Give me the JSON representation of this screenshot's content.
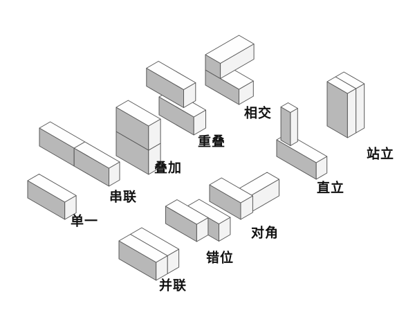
{
  "diagram": {
    "description_labels": {
      "single": "单一",
      "series": "串联",
      "stack": "叠加",
      "parallel": "并联",
      "overlap": "重叠",
      "offset": "错位",
      "intersect": "相交",
      "diagonal": "对角",
      "upright": "直立",
      "standing": "站立"
    },
    "colors": {
      "background": "#ffffff",
      "face_top": "#fefefe",
      "face_front": "#b8b8b8",
      "face_side": "#f3f3f3",
      "outline": "#575757",
      "label_text": "#111111"
    }
  }
}
